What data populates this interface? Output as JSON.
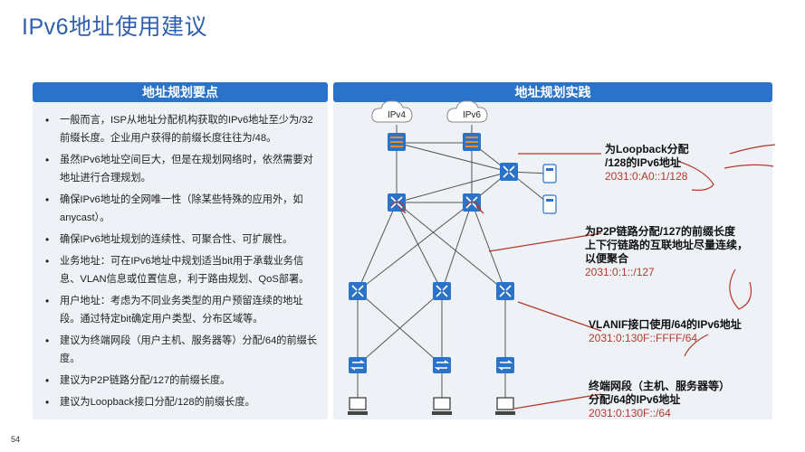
{
  "title": "IPv6地址使用建议",
  "page_number": "54",
  "left_header": "地址规划要点",
  "right_header": "地址规划实践",
  "bullets": [
    "一般而言，ISP从地址分配机构获取的IPv6地址至少为/32前缀长度。企业用户获得的前缀长度往往为/48。",
    "虽然IPv6地址空间巨大，但是在规划网络时，依然需要对地址进行合理规划。",
    "确保IPv6地址的全网唯一性（除某些特殊的应用外，如anycast）。",
    "确保IPv6地址规划的连续性、可聚合性、可扩展性。",
    "业务地址：可在IPv6地址中规划适当bit用于承载业务信息、VLAN信息或位置信息，利于路由规划、QoS部署。",
    "用户地址：考虑为不同业务类型的用户预留连续的地址段。通过特定bit确定用户类型、分布区域等。",
    "建议为终端网段（用户主机、服务器等）分配/64的前缀长度。",
    "建议为P2P链路分配/127的前缀长度。",
    "建议为Loopback接口分配/128的前缀长度。"
  ],
  "diagram": {
    "cloud_left": "IPv4",
    "cloud_right": "IPv6"
  },
  "annotations": [
    {
      "lines": [
        "为Loopback分配",
        "/128的IPv6地址"
      ],
      "value": "2031:0:A0::1/128"
    },
    {
      "lines": [
        "为P2P链路分配/127的前缀长度",
        "上下行链路的互联地址尽量连续，",
        "以便聚合"
      ],
      "value": "2031:0:1::/127"
    },
    {
      "lines": [
        "VLANIF接口使用/64的IPv6地址"
      ],
      "value": "2031:0:130F::FFFF/64"
    },
    {
      "lines": [
        "终端网段（主机、服务器等）",
        "分配/64的IPv6地址"
      ],
      "value": "2031:0:130F::/64"
    }
  ],
  "colors": {
    "accent": "#2b73c9",
    "annotation_value": "#b23a2b",
    "panel_bg": "#eef1f6"
  }
}
